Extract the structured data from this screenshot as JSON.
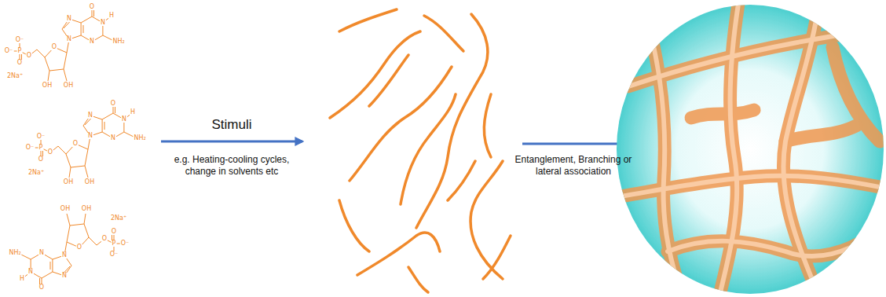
{
  "diagram": {
    "labels": [
      "O",
      "N",
      "H",
      "NH₂",
      "N",
      "N",
      "N",
      "O",
      "OH",
      "OH",
      "O",
      "P",
      "O⁻",
      "O",
      "O⁻",
      "2Na⁺",
      "O",
      "N",
      "H",
      "NH₂",
      "N",
      "N",
      "N",
      "O",
      "OH",
      "OH",
      "O",
      "P",
      "O⁻",
      "O",
      "O⁻",
      "2Na⁺",
      "O",
      "N",
      "H",
      "NH₂",
      "N",
      "N",
      "N",
      "O",
      "OH",
      "OH",
      "O",
      "P",
      "O⁻",
      "O",
      "O⁻",
      "2Na⁺",
      "Stimuli",
      "e.g. Heating-cooling cycles, change in solvents etc",
      "Entanglement, Branching or lateral association"
    ]
  }
}
